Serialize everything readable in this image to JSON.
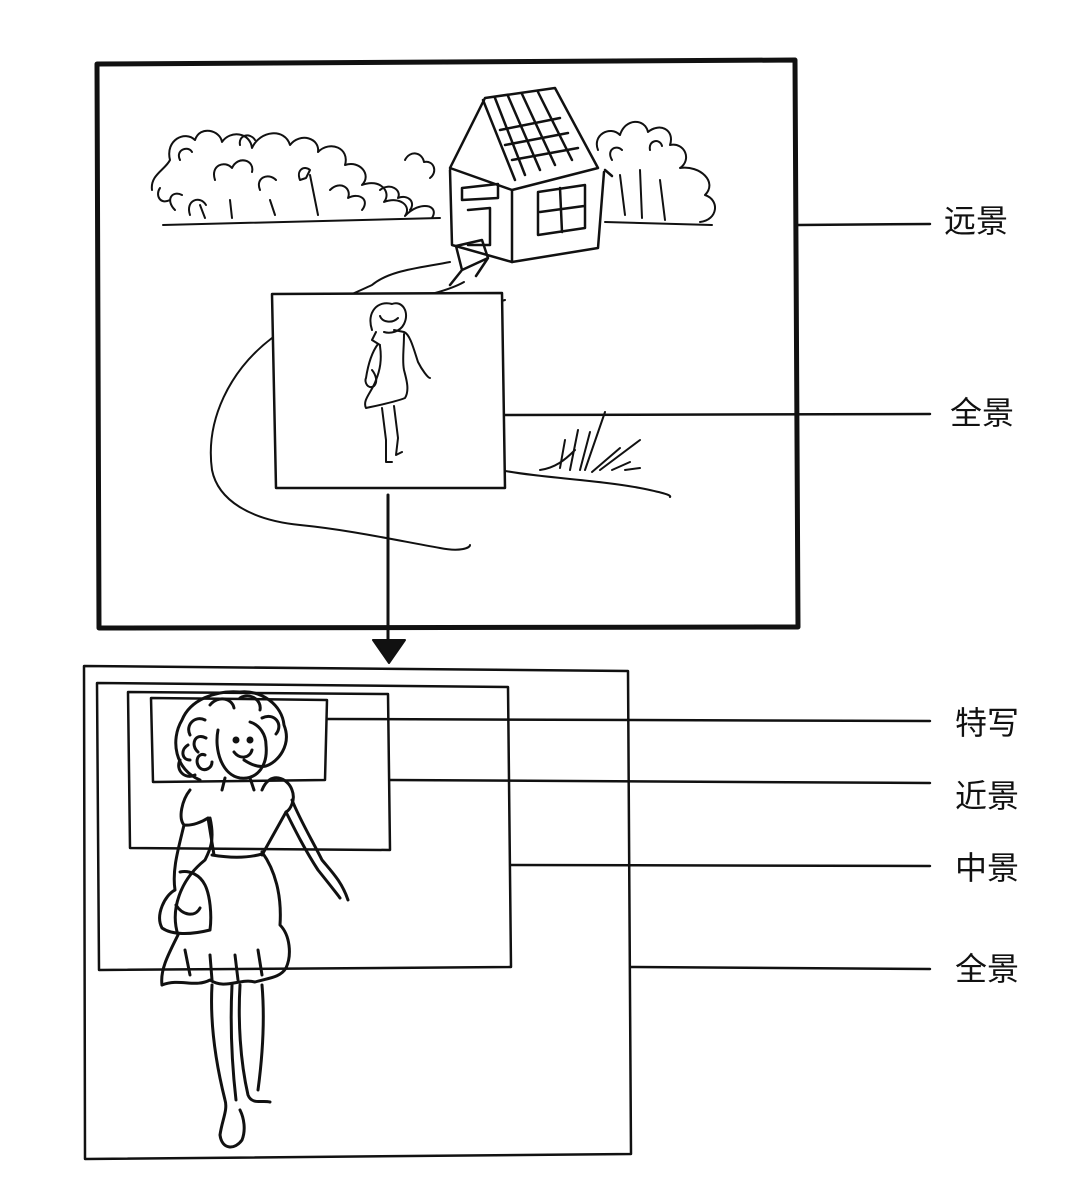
{
  "colors": {
    "ink": "#111111",
    "paper": "#ffffff"
  },
  "top_panel": {
    "labels": {
      "far_shot": "远景",
      "full_shot": "全景"
    }
  },
  "bottom_panel": {
    "labels": {
      "close_up": "特写",
      "close_shot": "近景",
      "medium_shot": "中景",
      "full_shot": "全景"
    }
  }
}
